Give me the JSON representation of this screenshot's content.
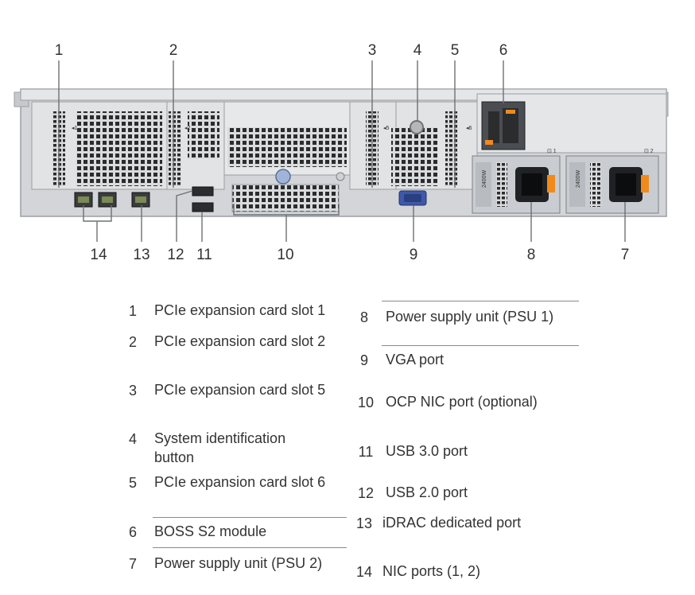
{
  "callouts": [
    "1",
    "2",
    "3",
    "4",
    "5",
    "6",
    "14",
    "13",
    "12",
    "11",
    "10",
    "9",
    "8",
    "7"
  ],
  "legend_left": [
    {
      "num": "1",
      "label": "PCIe expansion card slot 1"
    },
    {
      "num": "2",
      "label": "PCIe expansion card slot 2"
    },
    {
      "num": "3",
      "label": "PCIe expansion card slot 5"
    },
    {
      "num": "4",
      "label": "System identification button"
    },
    {
      "num": "5",
      "label": "PCIe expansion card slot 6"
    },
    {
      "num": "6",
      "label": "BOSS S2 module"
    },
    {
      "num": "7",
      "label": "Power supply unit (PSU 2)"
    }
  ],
  "legend_right": [
    {
      "num": "8",
      "label": "Power supply unit (PSU 1)"
    },
    {
      "num": "9",
      "label": "VGA port"
    },
    {
      "num": "10",
      "label": "OCP NIC port (optional)"
    },
    {
      "num": "11",
      "label": "USB 3.0 port"
    },
    {
      "num": "12",
      "label": "USB 2.0 port"
    },
    {
      "num": "13",
      "label": "iDRAC dedicated port"
    },
    {
      "num": "14",
      "label": "NIC ports (1, 2)"
    }
  ],
  "slot_marks": [
    "1",
    "2",
    "5",
    "6"
  ],
  "psu_marks": [
    "1",
    "2"
  ],
  "psu_rating": "2400W",
  "colors": {
    "chassis": "#d6d8da",
    "chassis_dark": "#a9adb1",
    "accent": "#f08a1c",
    "line": "#8a8a8a"
  }
}
